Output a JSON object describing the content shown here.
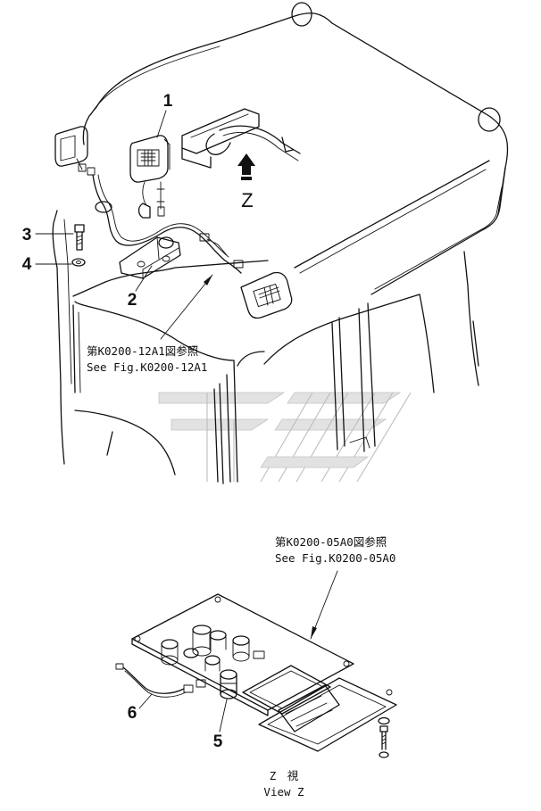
{
  "callouts": {
    "c1": "1",
    "c2": "2",
    "c3": "3",
    "c4": "4",
    "c5": "5",
    "c6": "6"
  },
  "references": {
    "upper_jp": "第K0200-12A1図参照",
    "upper_en": "See Fig.K0200-12A1",
    "lower_jp": "第K0200-05A0図参照",
    "lower_en": "See Fig.K0200-05A0"
  },
  "view_marker": "Z",
  "view_title": {
    "jp": "Z　視",
    "en": "View Z"
  }
}
